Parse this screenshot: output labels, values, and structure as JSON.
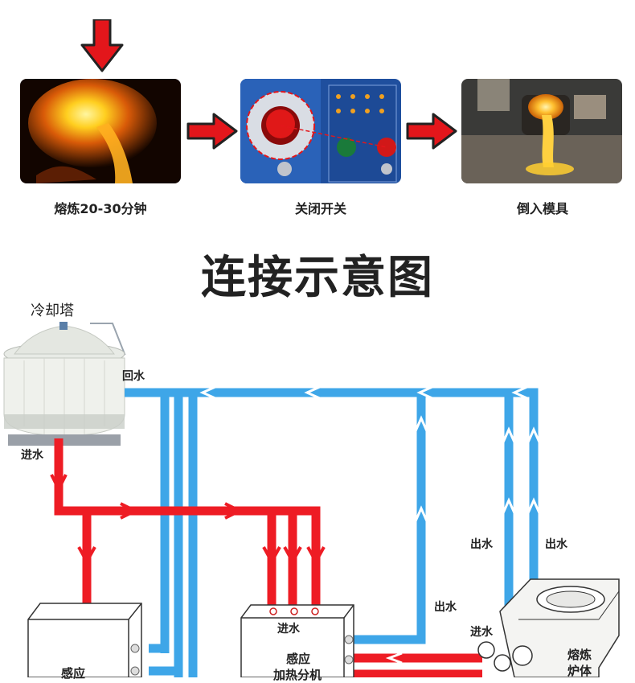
{
  "process": {
    "steps": [
      {
        "caption": "熔炼20-30分钟",
        "photo_icon": "molten-metal-pour-icon"
      },
      {
        "caption": "关闭开关",
        "photo_icon": "control-panel-stop-button-icon"
      },
      {
        "caption": "倒入模具",
        "photo_icon": "crucible-pour-mold-icon"
      }
    ]
  },
  "diagram": {
    "title": "连接示意图",
    "cooling_tower": {
      "name": "冷却塔",
      "return_label": "回水",
      "inlet_label": "进水"
    },
    "unit1": {
      "name": "感应"
    },
    "unit2": {
      "name_line1": "感应",
      "name_line2": "加热分机",
      "inlet_label": "进水"
    },
    "furnace": {
      "name_line1": "熔炼",
      "name_line2": "炉体",
      "inlet_label": "进水"
    },
    "outlet_labels": [
      "出水",
      "出水",
      "出水"
    ],
    "colors": {
      "hot": "#ee1c24",
      "cold": "#3ea6e8",
      "arrow": "#e3161b"
    }
  }
}
